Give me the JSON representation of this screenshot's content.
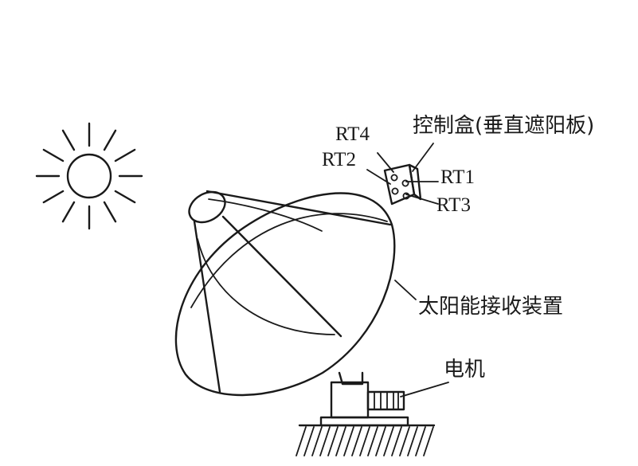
{
  "labels": {
    "control_box": "控制盒(垂直遮阳板)",
    "rt4": "RT4",
    "rt2": "RT2",
    "rt1": "RT1",
    "rt3": "RT3",
    "receiver": "太阳能接收装置",
    "motor": "电机"
  },
  "icons": {
    "sun": "sun-icon",
    "dish": "solar-dish",
    "motor": "motor",
    "ground": "ground-hatch"
  }
}
